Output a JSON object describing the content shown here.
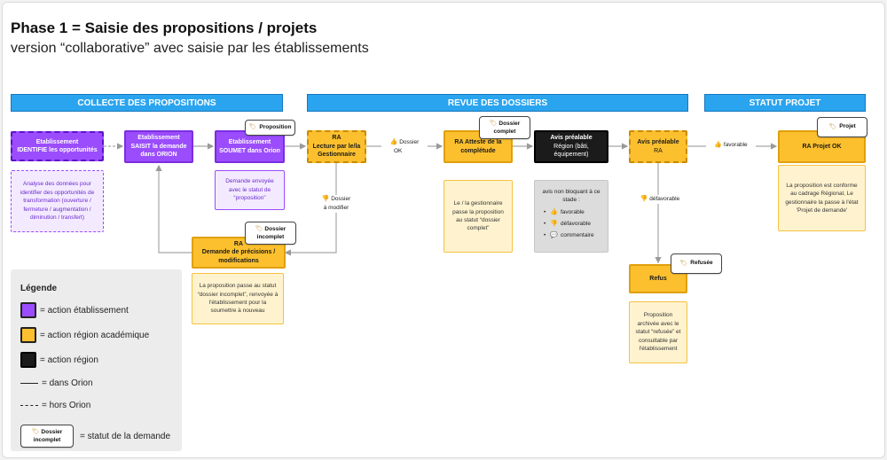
{
  "title": "Phase 1 = Saisie des propositions / projets",
  "subtitle": "version “collaborative” avec saisie par les établissements",
  "headers": {
    "collecte": "COLLECTE DES PROPOSITIONS",
    "revue": "REVUE DES DOSSIERS",
    "statut": "STATUT PROJET"
  },
  "nodes": {
    "n1": {
      "l1": "Etablissement",
      "l2": "IDENTIFIE les opportunités"
    },
    "n2": {
      "l1": "Etablissement",
      "l2": "SAISIT la demande",
      "l3": "dans ORION"
    },
    "n3": {
      "l1": "Etablissement",
      "l2": "SOUMET dans Orion"
    },
    "n4": {
      "l1": "RA",
      "l2": "Lecture par le/la",
      "l3": "Gestionnaire"
    },
    "n5": {
      "l1": "RA Atteste de la",
      "l2": "complétude"
    },
    "n6": {
      "l1": "Avis préalable",
      "l2": "Région (bâti,",
      "l3": "équipement)"
    },
    "n7": {
      "l1": "Avis préalable",
      "l2": "RA"
    },
    "n8": {
      "l1": "RA Projet OK"
    },
    "n9": {
      "l1": "RA",
      "l2": "Demande de précisions /",
      "l3": "modifications"
    },
    "n10": {
      "l1": "Refus"
    }
  },
  "notes": {
    "note1": "Analyse des données pour identifier des opportunités de transformation (ouverture / fermeture / augmentation / diminution / transfert)",
    "note2": "Demande envoyée avec le statut de “proposition”",
    "note3": "Le / la gestionnaire passe la proposition au statut “dossier complet”",
    "note4_title": "avis non bloquant à ce stade :",
    "note4_items": [
      "favorable",
      "défavorable",
      "commentaire"
    ],
    "note5": "La proposition est conforme au cadrage Régional, Le gestionnaire la passe à l'état 'Projet de demande'",
    "note6": "La proposition passe au statut “dossier incomplet”, renvoyée à l'établissement pour la soumettre à nouveau",
    "note7": "Proposition archivée avec le statut “refusée” et consultable par l'établissement"
  },
  "tags": {
    "t_proposition": "Proposition",
    "t_complet_1": "Dossier",
    "t_complet_2": "complet",
    "t_incomplet_1": "Dossier",
    "t_incomplet_2": "incomplet",
    "t_projet": "Projet",
    "t_refusee": "Refusée"
  },
  "labels": {
    "dossier_ok_1": "Dossier",
    "dossier_ok_2": "OK",
    "dossier_mod_1": "Dossier",
    "dossier_mod_2": "à modifier",
    "favorable": "favorable",
    "defavorable": "défavorable"
  },
  "legend": {
    "title": "Légende",
    "purple": "= action établissement",
    "orange": "= action région académique",
    "black": "= action région",
    "solid": "= dans Orion",
    "dashed": "= hors Orion",
    "tag_1": "Dossier",
    "tag_2": "incomplet",
    "tag_desc": "= statut de la demande"
  },
  "colors": {
    "purple": "#9b4dfd",
    "orange": "#fcc02e",
    "black": "#1b1b1b",
    "header_blue": "#2aa4ee"
  }
}
